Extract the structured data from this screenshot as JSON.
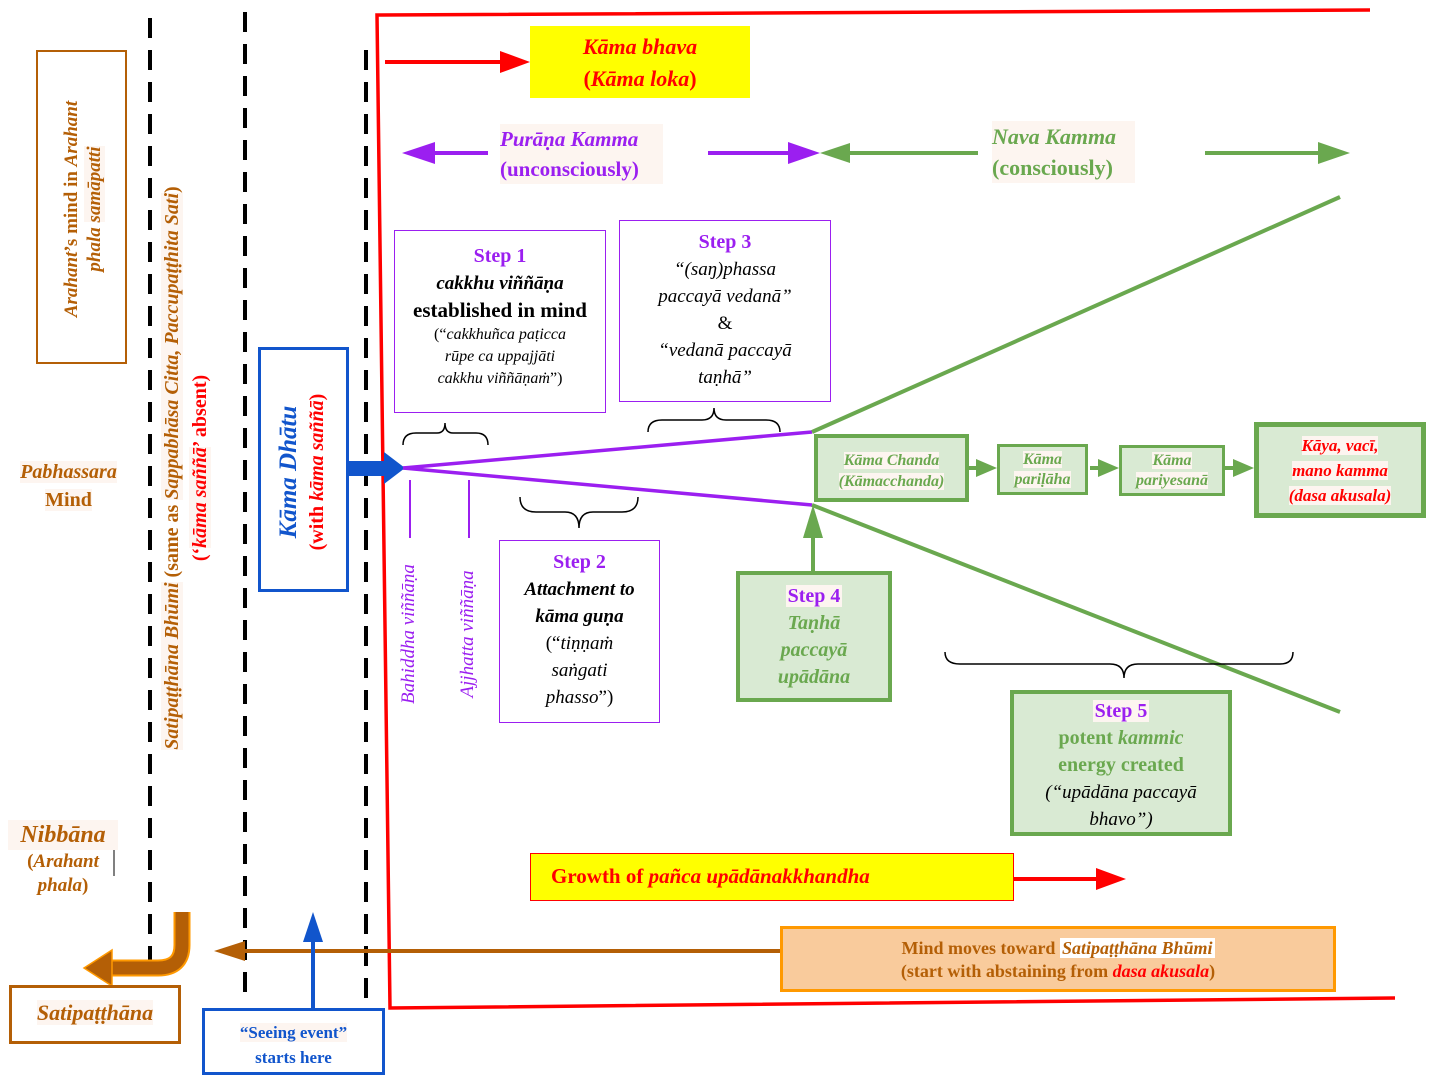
{
  "colors": {
    "red": "#ff0000",
    "yellow": "#ffff00",
    "purple": "#9b1ff0",
    "green": "#6aa84f",
    "green_fill": "#d9ead3",
    "brown": "#b45f06",
    "blue": "#1155cc",
    "orange_border": "#ff9900",
    "orange_fill": "#f9cb9c",
    "black": "#000000"
  },
  "left_column": {
    "arahant_box": {
      "line1_prefix_italic": "Arahant",
      "line1_rest": "’s mind in ",
      "line1_suffix_italic": "Arahant",
      "line2_italic_1": "phala",
      "line2_italic_2": "samāpatti"
    },
    "pabhassara": {
      "italic": "Pabhassara",
      "plain": "Mind"
    },
    "nibbana": {
      "title": "Nibbāna",
      "sub_open": "(",
      "sub_italic_1": "Arahant",
      "sub_italic_2": "phala",
      "sub_close": ")"
    },
    "satipatthana_box": {
      "label": "Satipaṭṭhāna"
    }
  },
  "satipatthana_bhumi": {
    "line1_italic": "Satipaṭṭhāna Bhūmi",
    "line1_plain": " (same as ",
    "line1_italic_2": "Sappabhāsa Citta, Paccupaṭṭhita Sati",
    "line1_close": ")",
    "line2_open": "(‘",
    "line2_italic": "kāma saññā",
    "line2_close": "’ absent)"
  },
  "kama_dhatu": {
    "title": "Kāma Dhātu",
    "sub_open": "(with ",
    "sub_italic": "kāma saññā",
    "sub_close": ")"
  },
  "seeing_event": {
    "line1": "“Seeing event”",
    "line2": "starts here"
  },
  "kama_bhava": {
    "line1": "Kāma bhava",
    "line2_open": "(",
    "line2_italic": "Kāma loka",
    "line2_close": ")"
  },
  "purana_kamma": {
    "title": "Purāṇa Kamma",
    "sub": "(unconsciously)"
  },
  "nava_kamma": {
    "title": "Nava Kamma",
    "sub": "(consciously)"
  },
  "steps": [
    {
      "label": "Step 1",
      "line1_italic": "cakkhu viññāṇa",
      "line2": "established in mind",
      "quote_open": "(“",
      "quote_lines": [
        "cakkhuñca paṭicca",
        "rūpe ca uppajjāti",
        "cakkhu viññāṇaṁ"
      ],
      "quote_close": "”)"
    },
    {
      "label": "Step 2",
      "line1_italic": "Attachment to",
      "line2_italic": "kāma guṇa",
      "quote_open": "(“",
      "quote_lines": [
        "tiṇṇaṁ",
        "saṅgati",
        "phasso"
      ],
      "quote_close": "”)"
    },
    {
      "label": "Step 3",
      "lines": [
        "“(saŋ)phassa",
        "paccayā vedanā”",
        "&",
        "“vedanā paccayā",
        "taṇhā”"
      ]
    },
    {
      "label": "Step 4",
      "lines": [
        "Taṇhā",
        "paccayā",
        "upādāna"
      ]
    },
    {
      "label": "Step 5",
      "line1_plain": "potent ",
      "line1_italic": "kammic",
      "line2": "energy created",
      "quote_lines": [
        "(“upādāna paccayā",
        "bhavo”)"
      ]
    }
  ],
  "vinnana_labels": {
    "bahiddha": "Bahiddha viññāṇa",
    "ajjhatta": "Ajjhatta viññāṇa"
  },
  "chain": [
    {
      "line1": "Kāma Chanda",
      "line2": "(Kāmacchanda)"
    },
    {
      "line1": "Kāma",
      "line2": "pariḷāha"
    },
    {
      "line1": "Kāma",
      "line2": "pariyesanā"
    },
    {
      "line1": "Kāya, vacī,",
      "line2": "mano kamma",
      "line3": "(dasa akusala)"
    }
  ],
  "growth": {
    "plain": "Growth of ",
    "italic": "pañca upādānakkhandha"
  },
  "mind_moves": {
    "line1_plain": "Mind moves toward ",
    "line1_italic": "Satipaṭṭhāna Bhūmi",
    "line2_plain": "(start with abstaining from ",
    "line2_italic": "dasa akusala",
    "line2_close": ")"
  }
}
